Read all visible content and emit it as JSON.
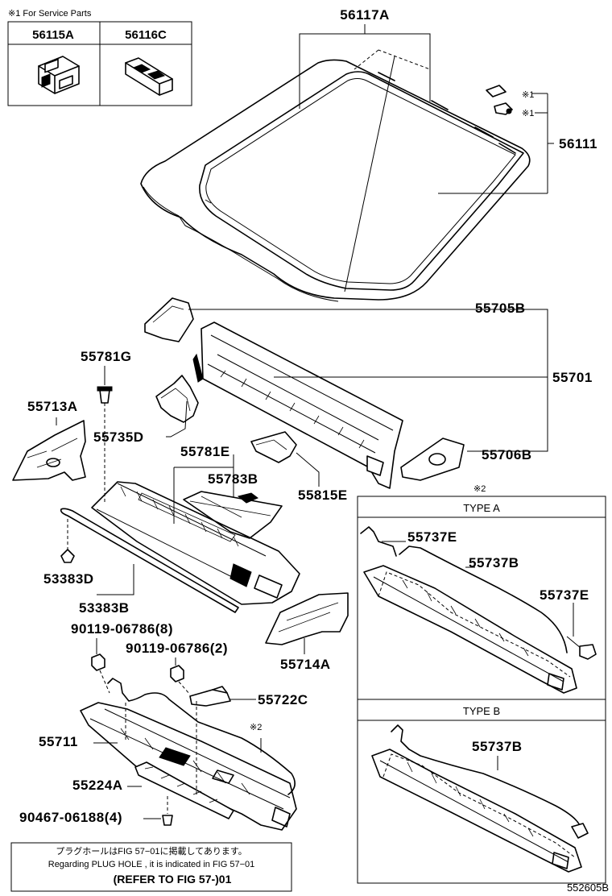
{
  "service_note": "※1 For Service Parts",
  "service_parts": [
    "56115A",
    "56116C"
  ],
  "parts": {
    "p56117A": "56117A",
    "p56111": "56111",
    "mark1a": "※1",
    "mark1b": "※1",
    "p55705B": "55705B",
    "p55781G": "55781G",
    "p55701": "55701",
    "p55713A": "55713A",
    "p55735D": "55735D",
    "p55781E": "55781E",
    "p55706B": "55706B",
    "p55783B": "55783B",
    "p55815E": "55815E",
    "p53383D": "53383D",
    "p53383B": "53383B",
    "p90119a": "90119-06786(8)",
    "p90119b": "90119-06786(2)",
    "p55714A": "55714A",
    "p55722C": "55722C",
    "mark2": "※2",
    "p55711": "55711",
    "p55224A": "55224A",
    "p90467": "90467-06188(4)"
  },
  "type_panel": {
    "mark": "※2",
    "type_a_label": "TYPE A",
    "type_a_parts": [
      "55737E",
      "55737B",
      "55737E"
    ],
    "type_b_label": "TYPE B",
    "type_b_parts": [
      "55737B"
    ]
  },
  "footer": {
    "line1": "プラグホールはFIG 57−01に掲載してあります。",
    "line2": "Regarding PLUG HOLE , it is indicated in FIG 57−01",
    "line3": "(REFER TO FIG 57-)01"
  },
  "diagram_id": "552605B"
}
